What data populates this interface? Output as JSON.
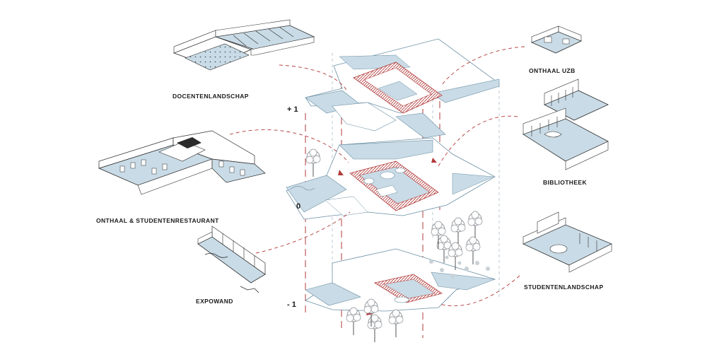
{
  "labels": {
    "docentenlandschap": "DOCENTENLANDSCHAP",
    "onthaal_studentenrestaurant": "ONTHAAL & STUDENTENRESTAURANT",
    "expowand": "EXPOWAND",
    "onthaal_uzb": "ONTHAAL UZB",
    "bibliotheek": "BIBLIOTHEEK",
    "studentenlandschap": "STUDENTENLANDSCHAP"
  },
  "levels": {
    "upper": "+ 1",
    "ground": "0",
    "lower": "- 1"
  },
  "colors": {
    "floor_fill": "#c9dbe6",
    "outline": "#6a8fa3",
    "core": "#b23a3a",
    "leader": "#b23a3a",
    "wall": "#2b2b2b",
    "tree": "#8a8f94"
  }
}
